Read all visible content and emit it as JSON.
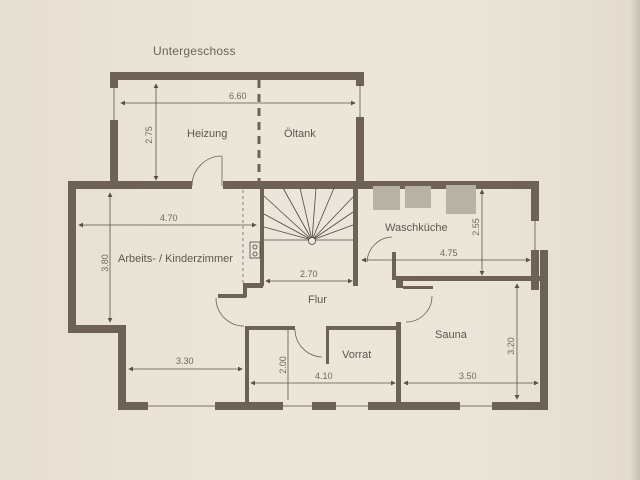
{
  "plan": {
    "title": "Untergeschoss",
    "rooms": {
      "heizung": "Heizung",
      "oeltank": "Öltank",
      "waschkueche": "Waschküche",
      "arbeitszimmer": "Arbeits- / Kinderzimmer",
      "flur": "Flur",
      "sauna": "Sauna",
      "vorrat": "Vorrat"
    },
    "dimensions": {
      "top_width": "6.60",
      "top_height": "2.75",
      "arbeits_width": "4.70",
      "arbeits_height": "3.80",
      "stair_width": "2.70",
      "wasch_width": "4.75",
      "wasch_height": "2.55",
      "bottom_left_width": "3.30",
      "vorrat_width": "4.10",
      "vorrat_height": "2.00",
      "sauna_width": "3.50",
      "sauna_height": "3.20"
    },
    "colors": {
      "wall": "#6e6256",
      "paper": "#ebe5d9",
      "text": "#5e564b",
      "appliance": "#b8b1a6"
    }
  }
}
